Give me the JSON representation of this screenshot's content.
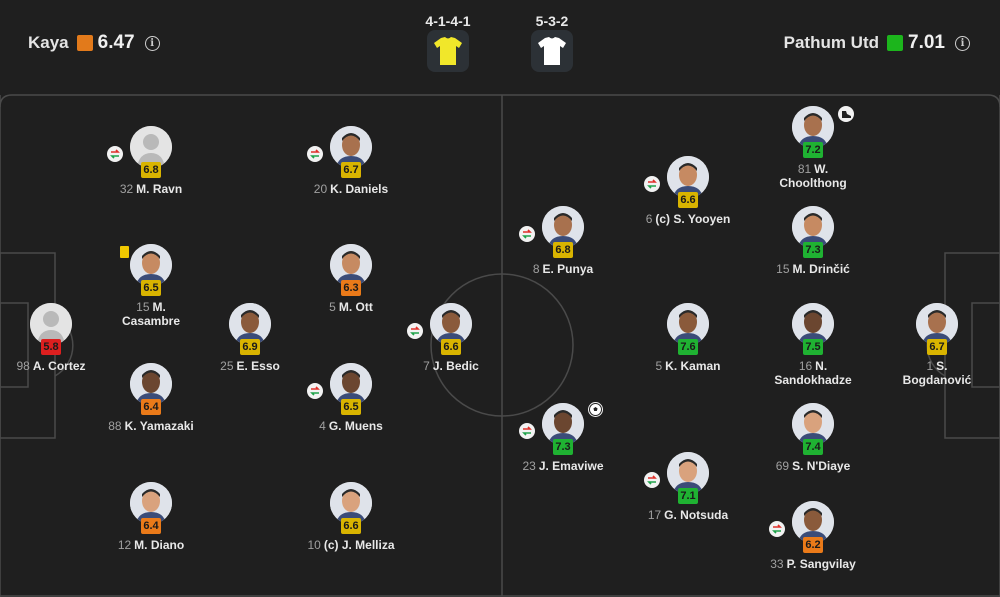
{
  "header": {
    "home": {
      "name": "Kaya",
      "rating": "6.47",
      "badge_color": "#e27a1b"
    },
    "away": {
      "name": "Pathum Utd",
      "rating": "7.01",
      "badge_color": "#1cb51c"
    },
    "home_formation": "4-1-4-1",
    "away_formation": "5-3-2",
    "home_shirt_color": "#f1e72a",
    "away_shirt_color": "#ffffff",
    "info_icon": "info-icon"
  },
  "rating_colors": {
    "red": "#dd1f1f",
    "orange": "#ea7a19",
    "yellow": "#d9b400",
    "green": "#1fb232"
  },
  "players": [
    {
      "num": "98",
      "name": "A. Cortez",
      "rating": "5.8",
      "color": "#dd1f1f",
      "photo": "placeholder"
    },
    {
      "num": "32",
      "name": "M. Ravn",
      "rating": "6.8",
      "color": "#d9b400",
      "photo": "placeholder",
      "sub": true
    },
    {
      "num": "15",
      "name": "M. Casambre",
      "rating": "6.5",
      "color": "#d9b400",
      "card": "yellow"
    },
    {
      "num": "88",
      "name": "K. Yamazaki",
      "rating": "6.4",
      "color": "#ea7a19"
    },
    {
      "num": "12",
      "name": "M. Diano",
      "rating": "6.4",
      "color": "#ea7a19"
    },
    {
      "num": "25",
      "name": "E. Esso",
      "rating": "6.9",
      "color": "#d9b400"
    },
    {
      "num": "20",
      "name": "K. Daniels",
      "rating": "6.7",
      "color": "#d9b400",
      "sub": true
    },
    {
      "num": "5",
      "name": "M. Ott",
      "rating": "6.3",
      "color": "#ea7a19"
    },
    {
      "num": "4",
      "name": "G. Muens",
      "rating": "6.5",
      "color": "#d9b400",
      "sub": true
    },
    {
      "num": "10",
      "name": "(c) J. Melliza",
      "rating": "6.6",
      "color": "#d9b400"
    },
    {
      "num": "7",
      "name": "J. Bedic",
      "rating": "6.6",
      "color": "#d9b400",
      "sub": true
    },
    {
      "num": "8",
      "name": "E. Punya",
      "rating": "6.8",
      "color": "#d9b400",
      "sub": true
    },
    {
      "num": "6",
      "name": "(c) S. Yooyen",
      "rating": "6.6",
      "color": "#d9b400",
      "sub": true
    },
    {
      "num": "23",
      "name": "J. Emaviwe",
      "rating": "7.3",
      "color": "#1fb232",
      "sub": true,
      "goal": true
    },
    {
      "num": "17",
      "name": "G. Notsuda",
      "rating": "7.1",
      "color": "#1fb232",
      "sub": true
    },
    {
      "num": "5",
      "name": "K. Kaman",
      "rating": "7.6",
      "color": "#1fb232"
    },
    {
      "num": "81",
      "name": "W. Choolthong",
      "rating": "7.2",
      "color": "#1fb232",
      "assist": true
    },
    {
      "num": "15",
      "name": "M. Drinčić",
      "rating": "7.3",
      "color": "#1fb232"
    },
    {
      "num": "16",
      "name": "N. Sandokhadze",
      "rating": "7.5",
      "color": "#1fb232"
    },
    {
      "num": "69",
      "name": "S. N'Diaye",
      "rating": "7.4",
      "color": "#1fb232"
    },
    {
      "num": "33",
      "name": "P. Sangvilay",
      "rating": "6.2",
      "color": "#ea7a19",
      "sub": true
    },
    {
      "num": "1",
      "name": "S. Bogdanović",
      "rating": "6.7",
      "color": "#d9b400"
    }
  ]
}
